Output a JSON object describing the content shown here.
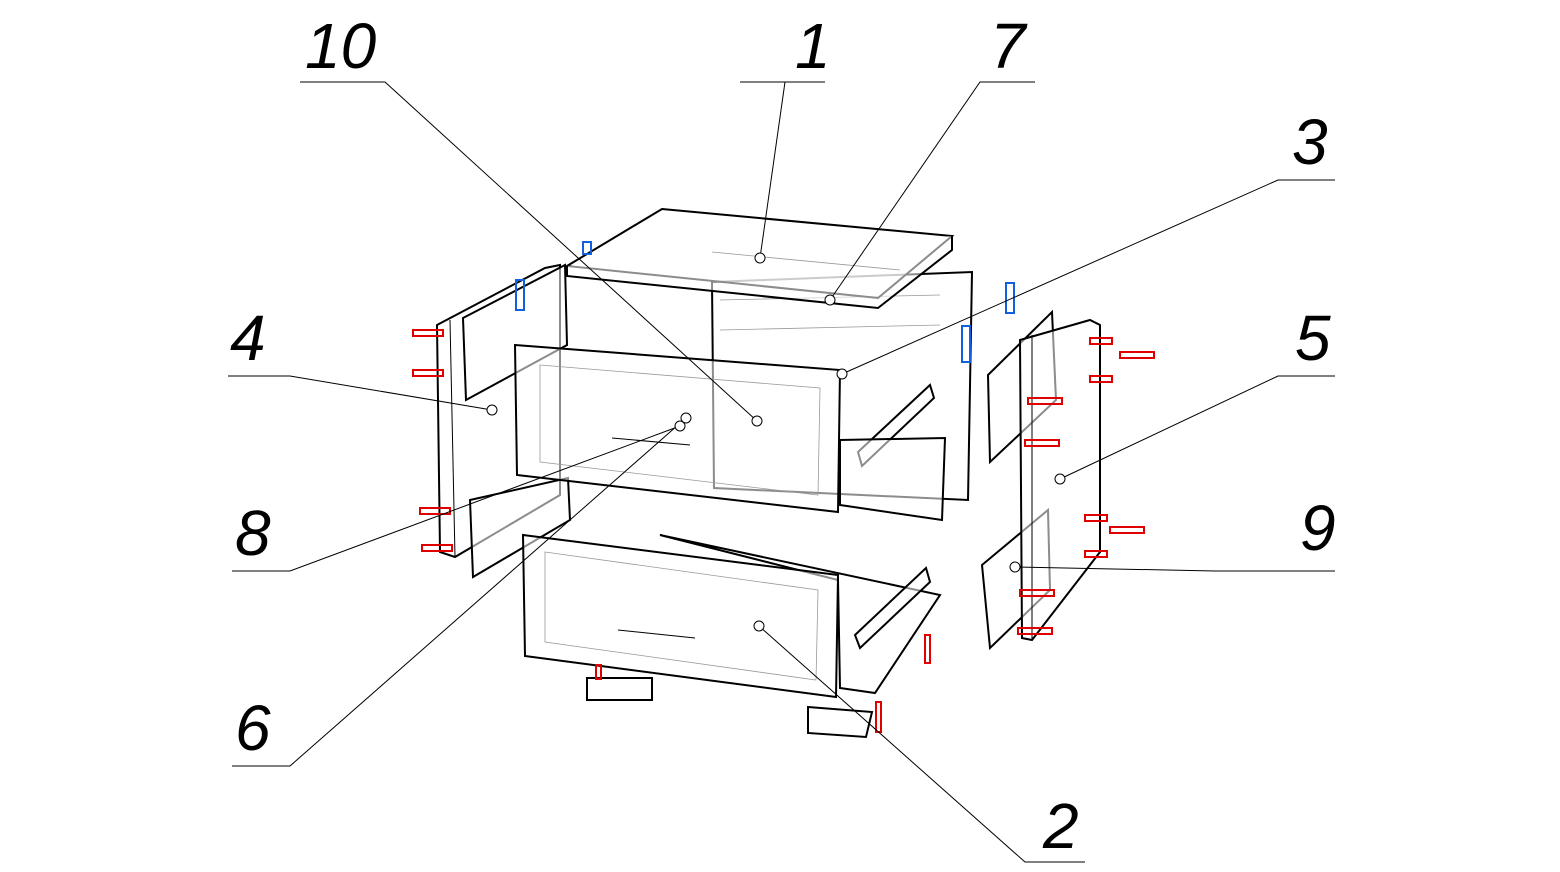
{
  "drawing": {
    "callouts": [
      {
        "id": "10",
        "label": "10"
      },
      {
        "id": "1",
        "label": "1"
      },
      {
        "id": "7",
        "label": "7"
      },
      {
        "id": "3",
        "label": "3"
      },
      {
        "id": "4",
        "label": "4"
      },
      {
        "id": "5",
        "label": "5"
      },
      {
        "id": "8",
        "label": "8"
      },
      {
        "id": "9",
        "label": "9"
      },
      {
        "id": "6",
        "label": "6"
      },
      {
        "id": "2",
        "label": "2"
      }
    ],
    "colors": {
      "connector": "#e00000",
      "hinge": "#1060e0",
      "line": "#000000"
    }
  }
}
